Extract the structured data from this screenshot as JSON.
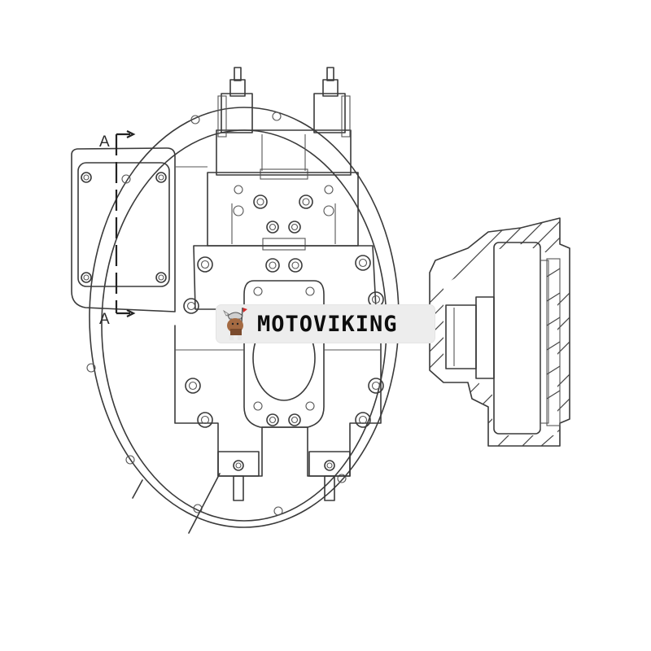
{
  "figure": {
    "type": "technical line drawing",
    "subject": "hydraulic pump assembly with mounting flange and sectional side view",
    "section_marks": [
      {
        "label": "A",
        "position": "top"
      },
      {
        "label": "A",
        "position": "bottom"
      }
    ],
    "colors": {
      "line": "#3a3a3a",
      "background": "#ffffff",
      "watermark_bg": "#ededed",
      "watermark_text": "#0d0d0d",
      "mascot_red": "#d42a2a",
      "mascot_brown": "#8a5a38"
    }
  },
  "watermark": {
    "brand": "MOTOVIKING",
    "icon": "viking-mascot-icon"
  }
}
